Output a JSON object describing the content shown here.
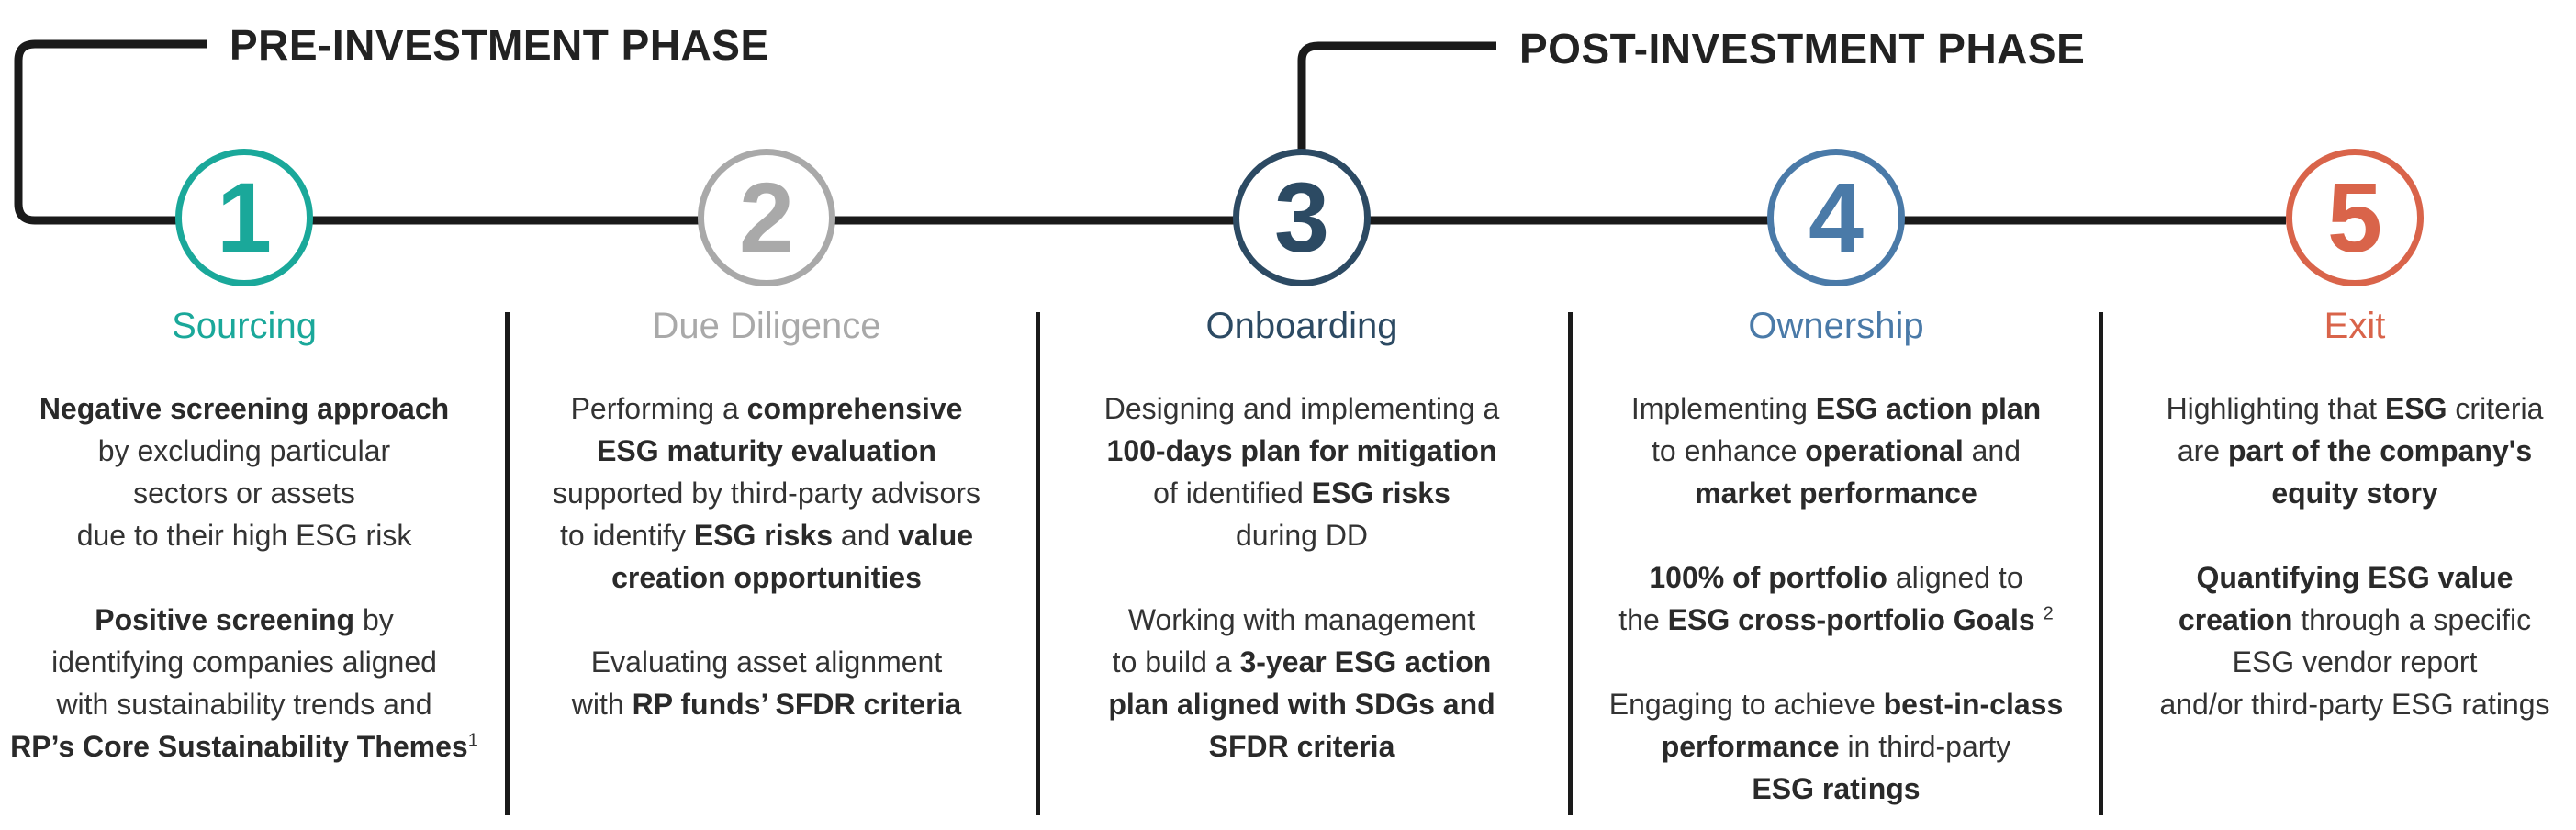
{
  "phases": {
    "pre": "PRE-INVESTMENT PHASE",
    "post": "POST-INVESTMENT PHASE"
  },
  "colors": {
    "sourcing": "#1aa89a",
    "due_diligence": "#a9a9a9",
    "onboarding": "#2c4a63",
    "ownership": "#4a7aa8",
    "exit": "#d9644a",
    "line": "#1a1a1a"
  },
  "stages": [
    {
      "number": "1",
      "title": "Sourcing",
      "paragraphs": [
        [
          [
            {
              "t": "Negative screening approach",
              "b": true
            }
          ],
          [
            {
              "t": "by excluding particular"
            }
          ],
          [
            {
              "t": "sectors or assets"
            }
          ],
          [
            {
              "t": "due to their high ESG risk"
            }
          ]
        ],
        [
          [
            {
              "t": "Positive screening",
              "b": true
            },
            {
              "t": " by"
            }
          ],
          [
            {
              "t": "identifying companies aligned"
            }
          ],
          [
            {
              "t": "with sustainability trends and"
            }
          ],
          [
            {
              "t": "RP’s Core Sustainability Themes",
              "b": true
            },
            {
              "t": "1",
              "sup": true
            }
          ]
        ]
      ]
    },
    {
      "number": "2",
      "title": "Due Diligence",
      "paragraphs": [
        [
          [
            {
              "t": "Performing a "
            },
            {
              "t": "comprehensive",
              "b": true
            }
          ],
          [
            {
              "t": "ESG maturity evaluation",
              "b": true
            }
          ],
          [
            {
              "t": "supported by third-party advisors"
            }
          ],
          [
            {
              "t": "to identify "
            },
            {
              "t": "ESG risks",
              "b": true
            },
            {
              "t": " and "
            },
            {
              "t": "value",
              "b": true
            }
          ],
          [
            {
              "t": "creation opportunities",
              "b": true
            }
          ]
        ],
        [
          [
            {
              "t": "Evaluating asset alignment"
            }
          ],
          [
            {
              "t": "with "
            },
            {
              "t": "RP funds’ SFDR criteria",
              "b": true
            }
          ]
        ]
      ]
    },
    {
      "number": "3",
      "title": "Onboarding",
      "paragraphs": [
        [
          [
            {
              "t": "Designing and implementing a"
            }
          ],
          [
            {
              "t": "100-days plan for mitigation",
              "b": true
            }
          ],
          [
            {
              "t": "of identified "
            },
            {
              "t": "ESG risks",
              "b": true
            }
          ],
          [
            {
              "t": "during DD"
            }
          ]
        ],
        [
          [
            {
              "t": "Working with management"
            }
          ],
          [
            {
              "t": "to build a "
            },
            {
              "t": "3-year ESG action",
              "b": true
            }
          ],
          [
            {
              "t": "plan aligned with SDGs and",
              "b": true
            }
          ],
          [
            {
              "t": "SFDR criteria",
              "b": true
            }
          ]
        ]
      ]
    },
    {
      "number": "4",
      "title": "Ownership",
      "paragraphs": [
        [
          [
            {
              "t": "Implementing "
            },
            {
              "t": "ESG action plan",
              "b": true
            }
          ],
          [
            {
              "t": "to enhance "
            },
            {
              "t": "operational",
              "b": true
            },
            {
              "t": " and"
            }
          ],
          [
            {
              "t": "market performance",
              "b": true
            }
          ]
        ],
        [
          [
            {
              "t": "100% of portfolio",
              "b": true
            },
            {
              "t": " aligned to"
            }
          ],
          [
            {
              "t": "the "
            },
            {
              "t": "ESG cross-portfolio Goals",
              "b": true
            },
            {
              "t": " "
            },
            {
              "t": "2",
              "sup": true
            }
          ]
        ],
        [
          [
            {
              "t": "Engaging to achieve "
            },
            {
              "t": "best-in-class",
              "b": true
            }
          ],
          [
            {
              "t": "performance",
              "b": true
            },
            {
              "t": " in third-party"
            }
          ],
          [
            {
              "t": "ESG ratings",
              "b": true
            }
          ]
        ]
      ]
    },
    {
      "number": "5",
      "title": "Exit",
      "paragraphs": [
        [
          [
            {
              "t": "Highlighting that "
            },
            {
              "t": "ESG",
              "b": true
            },
            {
              "t": " criteria"
            }
          ],
          [
            {
              "t": "are "
            },
            {
              "t": "part of the company's",
              "b": true
            }
          ],
          [
            {
              "t": "equity story",
              "b": true
            }
          ]
        ],
        [
          [
            {
              "t": "Quantifying ESG value",
              "b": true
            }
          ],
          [
            {
              "t": "creation",
              "b": true
            },
            {
              "t": " through a specific"
            }
          ],
          [
            {
              "t": "ESG vendor report"
            }
          ],
          [
            {
              "t": "and/or third-party ESG ratings"
            }
          ]
        ]
      ]
    }
  ]
}
